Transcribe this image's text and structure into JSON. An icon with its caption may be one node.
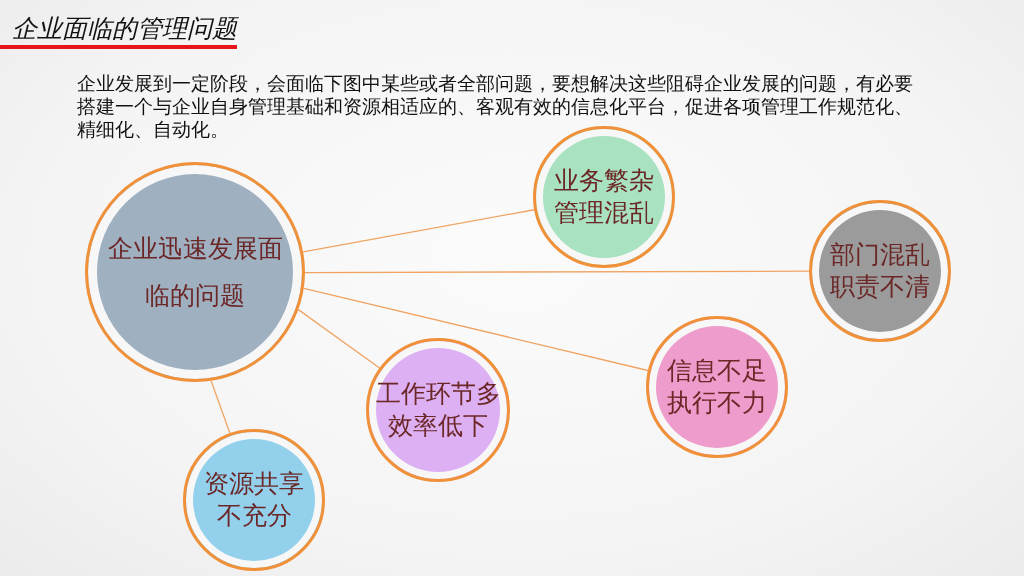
{
  "diagram": {
    "title": "企业面临的管理问题",
    "nodes": [
      {
        "text": [
          "企业迅速发展面临的问题"
        ]
      },
      {
        "text": [
          "业务繁杂管理混乱"
        ]
      },
      {
        "text": [
          "部门混乱职责不清"
        ]
      },
      {
        "text": [
          "信息不足执行不力"
        ]
      },
      {
        "text": [
          "工作环节多效率低下"
        ]
      },
      {
        "text": [
          "资源共享不充分"
        ]
      }
    ],
    "edges": [
      {
        "from": 0,
        "to": 1,
        "arrow": "none"
      },
      {
        "from": 0,
        "to": 2,
        "arrow": "none"
      },
      {
        "from": 0,
        "to": 3,
        "arrow": "none"
      },
      {
        "from": 0,
        "to": 4,
        "arrow": "none"
      },
      {
        "from": 0,
        "to": 5,
        "arrow": "none"
      }
    ],
    "labels": [
      "企业发展到一定阶段，会面临下图中某些或者全部问题，要想解决这些阻碍企业发展的问题，有必要搭建一个与企业自身管理基础和资源相适应的、客观有效的信息化平台，促进各项管理工作规范化、精细化、自动化。"
    ]
  }
}
